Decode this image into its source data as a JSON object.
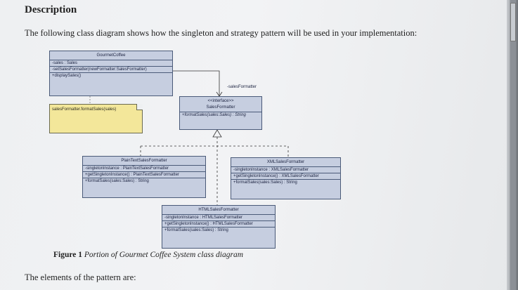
{
  "doc": {
    "heading": "Description",
    "intro": "The following class diagram shows how the singleton and strategy pattern will be used in your implementation:",
    "figure_label": "Figure 1",
    "figure_caption": "Portion of Gourmet Coffee System class diagram",
    "elements_text": "The elements of the pattern are:"
  },
  "diagram": {
    "gourmet_coffee": {
      "title": "GourmetCoffee",
      "attribute": "-sales : Sales",
      "method_1": "-setSalesFormatter(newFormatter:SalesFormatter)",
      "method_2": "+displaySales()"
    },
    "note": "salesFormatter.formatSales(sales)",
    "association_label": "-salesFormatter",
    "sales_formatter": {
      "stereotype": "<<interface>>",
      "title": "SalesFormatter",
      "method": "+formatSales(sales:Sales) : String"
    },
    "plain_text": {
      "title": "PlainTextSalesFormatter",
      "attribute": "-singletonInstance : PlainTextSalesFormatter",
      "method_1": "+getSingletonInstance() : PlainTextSalesFormatter",
      "method_2": "+formatSales(sales:Sales) : String"
    },
    "xml": {
      "title": "XMLSalesFormatter",
      "attribute": "-singletonInstance : XMLSalesFormatter",
      "method_1": "+getSingletonInstance() : XMLSalesFormatter",
      "method_2": "+formatSales(sales:Sales) : String"
    },
    "html": {
      "title": "HTMLSalesFormatter",
      "attribute": "-singletonInstance : HTMLSalesFormatter",
      "method_1": "+getSingletonInstance() : HTMLSalesFormatter",
      "method_2": "+formatSales(sales:Sales) : String"
    }
  }
}
